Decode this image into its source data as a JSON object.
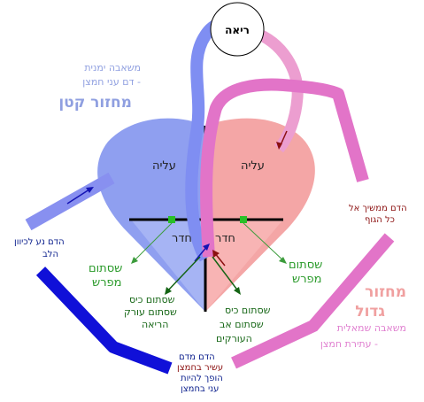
{
  "lungs_label": "ריאה",
  "right_circuit": {
    "line1": "משאבה ימנית",
    "line2": "- דם עני חמצן",
    "title": "מחזור קטן"
  },
  "left_circuit": {
    "title_line1": "מחזור",
    "title_line2": "גדול",
    "line1": "משאבה שמאלית",
    "line2": "- עתירת חמצן"
  },
  "chambers": {
    "atrium_left": "עליה",
    "atrium_right": "עליה",
    "ventricle_left": "חדר",
    "ventricle_right": "חדר"
  },
  "valves": {
    "av_left": [
      "שסתום",
      "מפרש"
    ],
    "av_right": [
      "שסתום",
      "מפרש"
    ],
    "pulmonary": [
      "שסתום כיס",
      "שסתום עורק",
      "הריאה"
    ],
    "aortic": [
      "שסתום כיס",
      "שסתום אב",
      "העורקים"
    ]
  },
  "flow_notes": {
    "to_heart": [
      "הדם נע לכיוון",
      "הלב"
    ],
    "to_body": [
      "הדם ממשיך אל",
      "כל הגוף"
    ],
    "exchange_line1": "הדם מדם",
    "exchange_line2": "עשיר בחמצן",
    "exchange_line3": "הופך להיות",
    "exchange_line4": "עני בחמצן"
  },
  "colors": {
    "right_side_blue": "#8f9ff0",
    "left_side_pink": "#f4a6a6",
    "deoxygenated_vessel": "#8896f2",
    "oxygenated_vessel": "#e070c8",
    "dark_blue": "#1010d8",
    "valve_green": "#1a7a1a",
    "dark_red": "#8b1010"
  }
}
